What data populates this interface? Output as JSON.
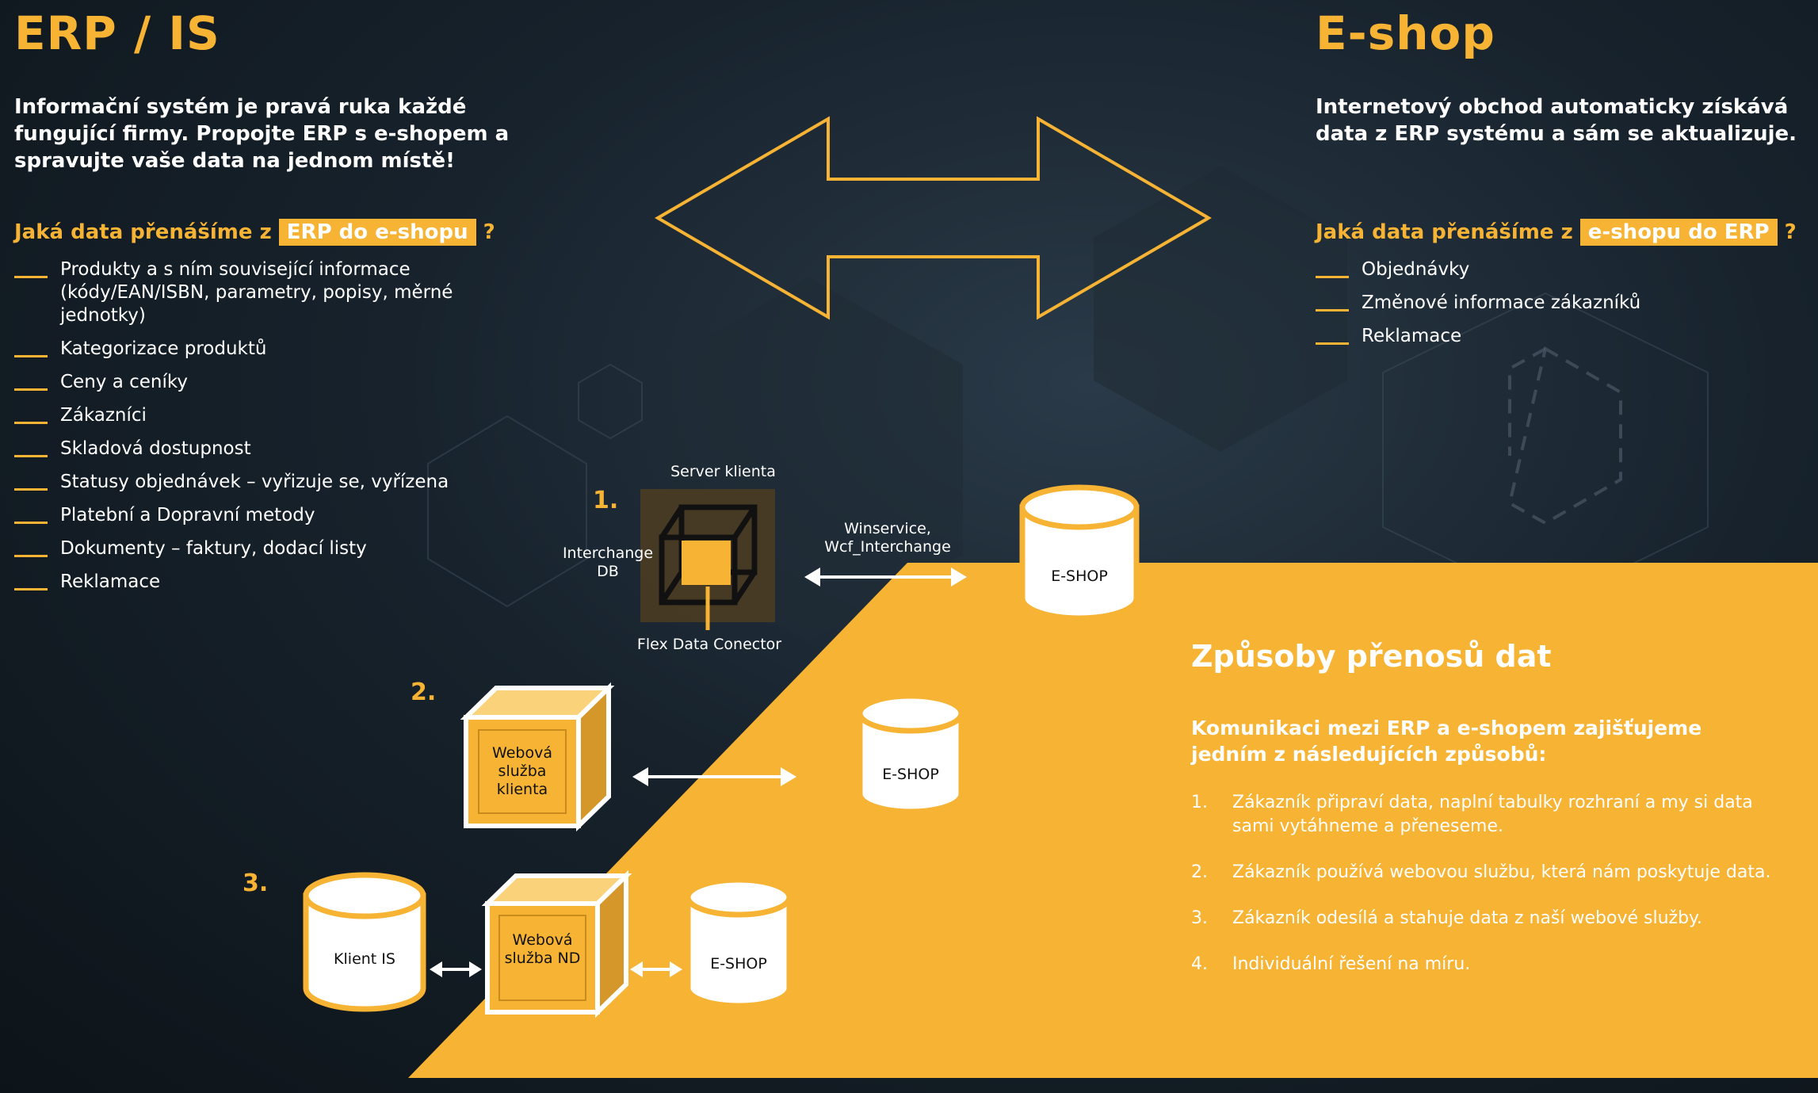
{
  "erp": {
    "title": "ERP / IS",
    "intro": "Informační systém je pravá ruka každé fungující firmy. Propojte ERP s e-shopem a spravujte vaše data na jednom místě!",
    "question_prefix": "Jaká data přenášíme z",
    "question_highlight": "ERP do e-shopu",
    "question_suffix": "?",
    "items": [
      "Produkty a s ním související informace (kódy/EAN/ISBN, parametry, popisy, měrné jednotky)",
      "Kategorizace produktů",
      "Ceny a ceníky",
      "Zákazníci",
      "Skladová dostupnost",
      "Statusy objednávek – vyřizuje se, vyřízena",
      "Platební a Dopravní metody",
      "Dokumenty – faktury, dodací listy",
      "Reklamace"
    ]
  },
  "eshop": {
    "title": "E-shop",
    "intro": "Internetový obchod automaticky získává data z ERP systému a sám se aktualizuje.",
    "question_prefix": "Jaká data přenášíme z",
    "question_highlight": "e-shopu do ERP",
    "question_suffix": "?",
    "items": [
      "Objednávky",
      "Změnové informace zákazníků",
      "Reklamace"
    ]
  },
  "diagram": {
    "step1": {
      "number": "1.",
      "server_label": "Server klienta",
      "db_label": "Interchange DB",
      "connector_label": "Flex Data Conector",
      "link_label": "Winservice, Wcf_Interchange",
      "target": "E-SHOP"
    },
    "step2": {
      "number": "2.",
      "service_label": "Webová služba klienta",
      "target": "E-SHOP"
    },
    "step3": {
      "number": "3.",
      "client_label": "Klient IS",
      "service_label": "Webová služba ND",
      "target": "E-SHOP"
    }
  },
  "panel": {
    "title": "Způsoby přenosů dat",
    "subtitle": "Komunikaci mezi ERP a e-shopem zajišťujeme jedním z následujících způsobů:",
    "steps": [
      {
        "n": "1.",
        "text": "Zákazník připraví data, naplní tabulky rozhraní a my si data sami vytáhneme a přeneseme."
      },
      {
        "n": "2.",
        "text": "Zákazník používá webovou službu, která nám poskytuje data."
      },
      {
        "n": "3.",
        "text": "Zákazník odesílá a stahuje data z naší webové služby."
      },
      {
        "n": "4.",
        "text": "Individuální řešení na míru."
      }
    ]
  },
  "colors": {
    "accent": "#f7b333",
    "background": "#131c24",
    "text": "#ffffff"
  },
  "icons": [
    "double-arrow-icon",
    "cube-icon",
    "database-icon",
    "bidirectional-arrow-icon"
  ]
}
